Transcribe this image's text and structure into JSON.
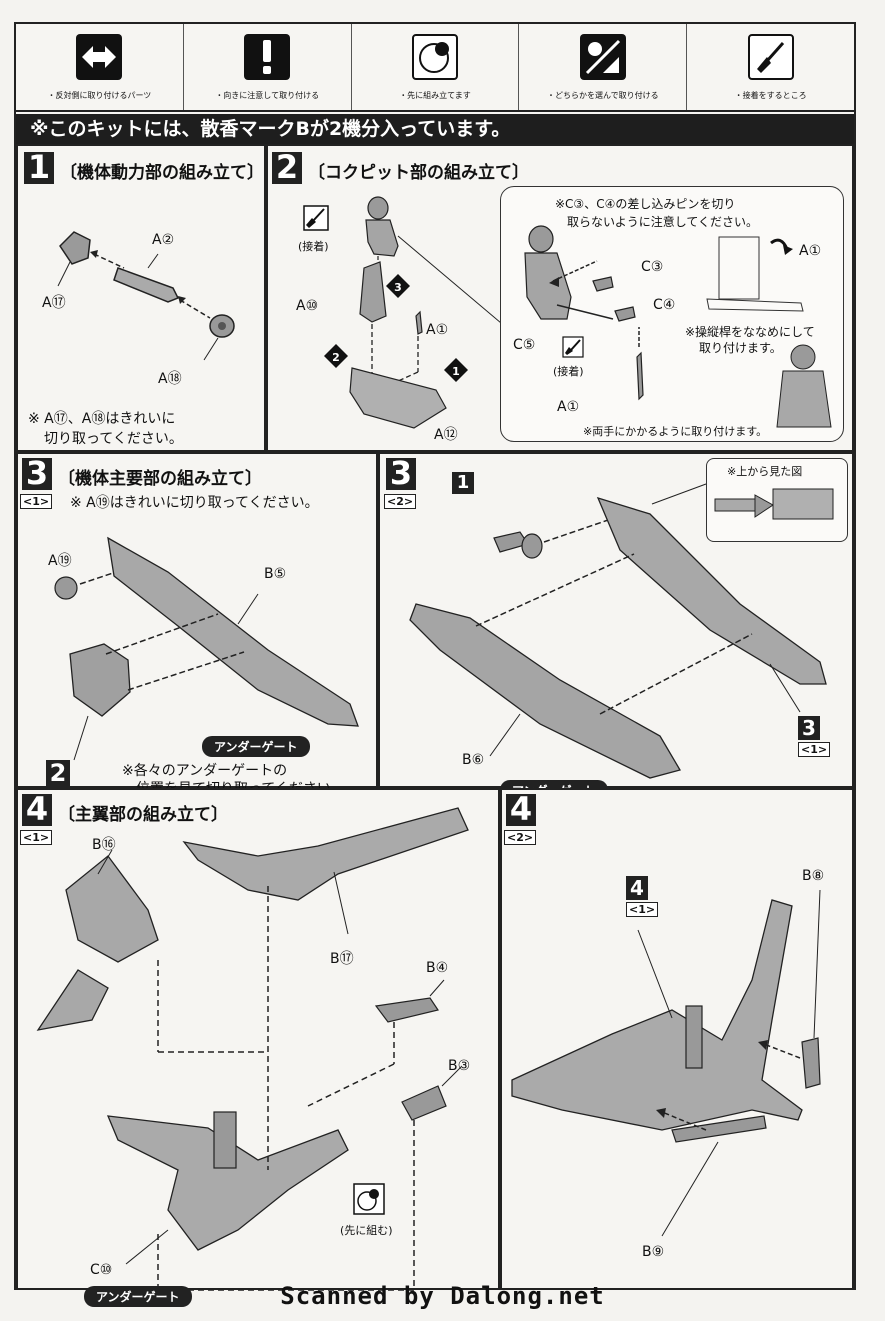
{
  "legend": [
    {
      "icon": "double-arrow-icon",
      "label": "・反対側に取り付けるパーツ"
    },
    {
      "icon": "exclamation-icon",
      "label": "・向きに注意して取り付ける"
    },
    {
      "icon": "first-assemble-icon",
      "label": "・先に組み立てます"
    },
    {
      "icon": "choose-one-icon",
      "label": "・どちらかを選んで取り付ける"
    },
    {
      "icon": "glue-brush-icon",
      "label": "・接着をするところ"
    }
  ],
  "banner": "※このキットには、散香マークBが2機分入っています。",
  "step1": {
    "num": "1",
    "title": "〔機体動力部の組み立て〕",
    "parts": [
      "A⑰",
      "A②",
      "A⑱"
    ],
    "note1": "※ A⑰、A⑱はきれいに",
    "note2": "切り取ってください。"
  },
  "step2": {
    "num": "2",
    "title": "〔コクピット部の組み立て〕",
    "glue": "(接着)",
    "parts": [
      "A⑩",
      "A①",
      "A⑫"
    ],
    "order": [
      "1",
      "2",
      "3"
    ],
    "callout": {
      "note1": "※C③、C④の差し込みピンを切り",
      "note2": "取らないように注意してください。",
      "parts": [
        "C③",
        "C④",
        "C⑤",
        "A①",
        "A①"
      ],
      "glue": "(接着)",
      "side1": "※操縦桿をななめにして",
      "side2": "取り付けます。",
      "bottom": "※両手にかかるように取り付けます。"
    }
  },
  "step3a": {
    "num": "3",
    "sub": "<1>",
    "title": "〔機体主要部の組み立て〕",
    "note": "※ A⑲はきれいに切り取ってください。",
    "parts": [
      "A⑲",
      "B⑤"
    ],
    "ref": "2",
    "gate": "アンダーゲート",
    "note2a": "※各々のアンダーゲートの",
    "note2b": "位置を見て切り取ってください。"
  },
  "step3b": {
    "num": "3",
    "sub": "<2>",
    "order": "1",
    "topview": "※上から見た図",
    "parts": [
      "B⑥"
    ],
    "ref": "3",
    "ref_sub": "<1>",
    "gate": "アンダーゲート"
  },
  "step4a": {
    "num": "4",
    "sub": "<1>",
    "title": "〔主翼部の組み立て〕",
    "parts": [
      "B⑯",
      "B⑰",
      "B④",
      "B③",
      "C⑩"
    ],
    "first": "(先に組む)",
    "gate": "アンダーゲート"
  },
  "step4b": {
    "num": "4",
    "sub": "<2>",
    "ref": "4",
    "ref_sub": "<1>",
    "parts": [
      "B⑧",
      "B⑨"
    ]
  },
  "footer": "Scanned by Dalong.net"
}
